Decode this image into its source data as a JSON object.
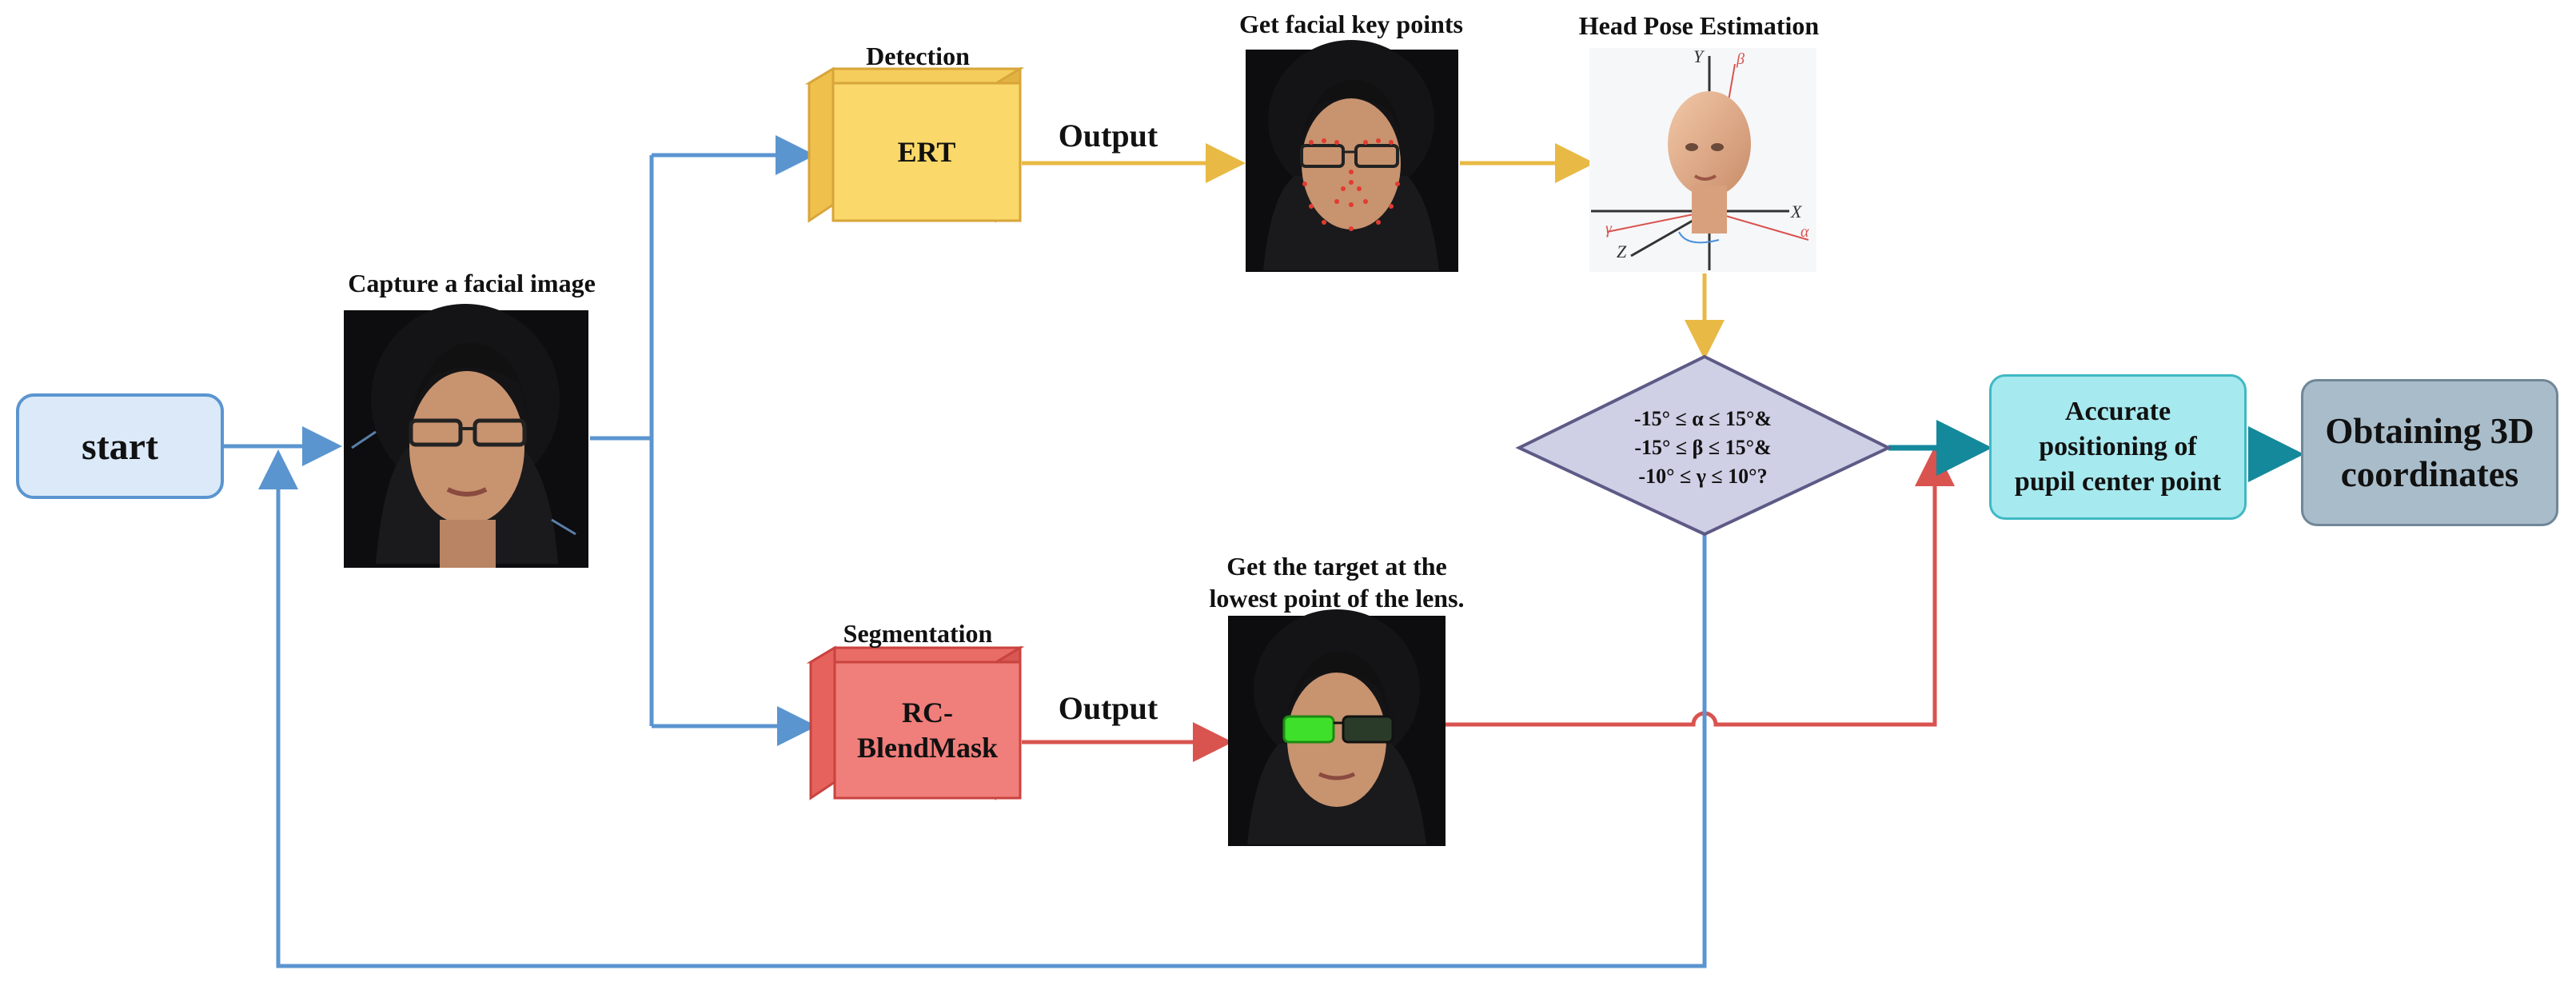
{
  "labels": {
    "detection": "Detection",
    "segmentation": "Segmentation",
    "capture": "Capture a facial image",
    "keypoints": "Get facial key points",
    "headpose": "Head Pose Estimation",
    "target_line1": "Get the target at the",
    "target_line2": "lowest point of the lens.",
    "output_top": "Output",
    "output_bottom": "Output"
  },
  "nodes": {
    "start": "start",
    "ert": "ERT",
    "rc_line1": "RC-",
    "rc_line2": "BlendMask",
    "accurate_line1": "Accurate",
    "accurate_line2": "positioning of",
    "accurate_line3": "pupil center point",
    "obtain_line1": "Obtaining 3D",
    "obtain_line2": "coordinates"
  },
  "condition": {
    "line1": "-15° ≤ α ≤ 15°&",
    "line2": "-15° ≤ β ≤ 15°&",
    "line3": "-10° ≤ γ ≤ 10°?"
  },
  "axis_labels": {
    "x": "X",
    "y": "Y",
    "z": "Z",
    "alpha": "α",
    "beta": "β",
    "gamma": "γ"
  },
  "colors": {
    "blue": "#5b95d0",
    "yellow": "#e8b945",
    "red": "#d9534f",
    "teal": "#13899b",
    "ert_fill": "#fbd86a",
    "rc_fill": "#f07e7a",
    "diamond_fill": "#cfcfe5"
  }
}
